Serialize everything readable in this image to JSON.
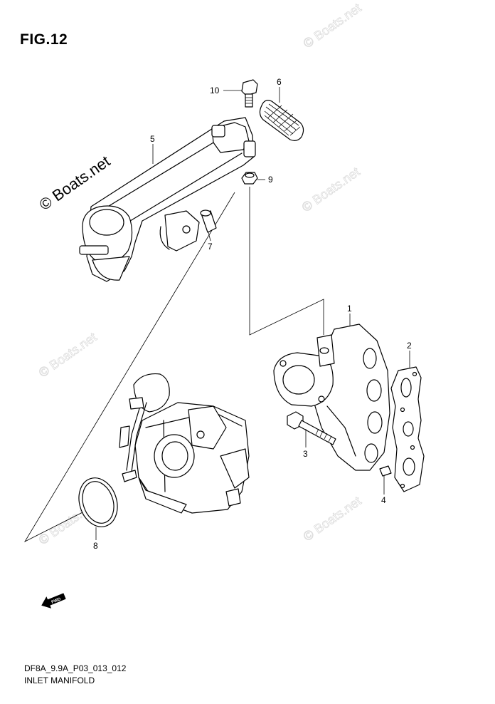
{
  "figure": {
    "title": "FIG.12"
  },
  "callouts": [
    {
      "id": "1",
      "label": "1"
    },
    {
      "id": "2",
      "label": "2"
    },
    {
      "id": "3",
      "label": "3"
    },
    {
      "id": "4",
      "label": "4"
    },
    {
      "id": "5",
      "label": "5"
    },
    {
      "id": "6",
      "label": "6"
    },
    {
      "id": "7",
      "label": "7"
    },
    {
      "id": "8",
      "label": "8"
    },
    {
      "id": "9",
      "label": "9"
    },
    {
      "id": "10",
      "label": "10"
    }
  ],
  "direction_marker": {
    "label": "FWD"
  },
  "watermarks": {
    "main": "© Boats.net",
    "faint": "© Boats.net"
  },
  "footer": {
    "code": "DF8A_9.9A_P03_013_012",
    "name": "INLET MANIFOLD"
  },
  "colors": {
    "ink": "#000000",
    "watermark": "#d9d9d9",
    "background": "#ffffff"
  }
}
